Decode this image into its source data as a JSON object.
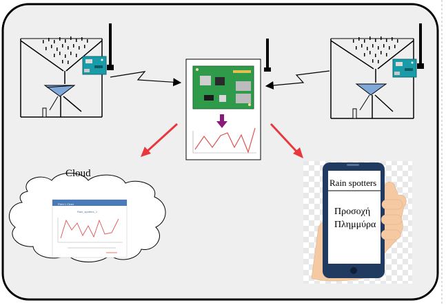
{
  "cloud": {
    "label": "Cloud"
  },
  "cloud_dashboard": {
    "header": "Field 1 Chart",
    "chart_title": "Rain_spotters_1"
  },
  "phone": {
    "app_title": "Rain spotters",
    "alert_line1": "Προσοχή",
    "alert_line2": "Πλημμύρα"
  },
  "colors": {
    "frame_bg": "#efefef",
    "arrow_red": "#e8383d",
    "pi_green": "#2f9a4a",
    "arduino_teal": "#1a9ba8",
    "phone_blue": "#203a60",
    "water_blue": "#7fa8d8"
  },
  "icons": [
    "rain-gauge-icon",
    "arduino-board-icon",
    "antenna-icon",
    "raspberry-pi-icon",
    "download-arrow-icon",
    "line-chart-icon",
    "cloud-icon",
    "smartphone-icon",
    "hand-icon"
  ]
}
